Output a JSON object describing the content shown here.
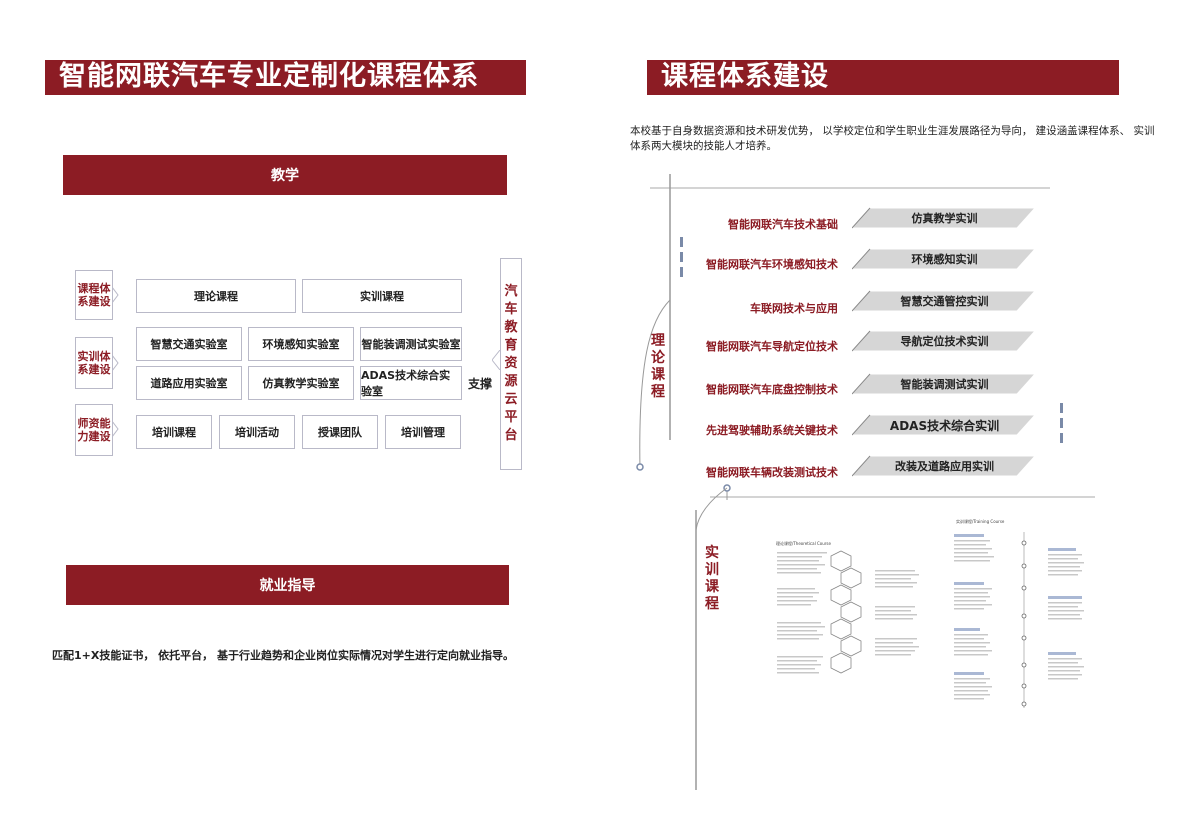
{
  "left": {
    "title": "智能网联汽车专业定制化课程体系",
    "teaching_bar": "教学",
    "categories": [
      {
        "label": "课程体系建设"
      },
      {
        "label": "实训体系建设"
      },
      {
        "label": "师资能力建设"
      }
    ],
    "course_boxes": [
      "理论课程",
      "实训课程"
    ],
    "lab_boxes_row1": [
      "智慧交通实验室",
      "环境感知实验室",
      "智能装调测试实验室"
    ],
    "lab_boxes_row2": [
      "道路应用实验室",
      "仿真教学实验室",
      "ADAS技术综合实验室"
    ],
    "teacher_boxes": [
      "培训课程",
      "培训活动",
      "授课团队",
      "培训管理"
    ],
    "support_label": "支撑",
    "platform_label": [
      "汽",
      "车",
      "教",
      "育",
      "资",
      "源",
      "云",
      "平",
      "台"
    ],
    "employment_bar": "就业指导",
    "employment_text": "匹配1+X技能证书， 依托平台， 基于行业趋势和企业岗位实际情况对学生进行定向就业指导。"
  },
  "right": {
    "title": "课程体系建设",
    "intro": "本校基于自身数据资源和技术研发优势， 以学校定位和学生职业生涯发展路径为导向， 建设涵盖课程体系、 实训体系两大模块的技能人才培养。",
    "theory_label": [
      "理",
      "论",
      "课",
      "程"
    ],
    "practice_label": [
      "实",
      "训",
      "课",
      "程"
    ],
    "rows": [
      {
        "course": "智能网联汽车技术基础",
        "training": "仿真教学实训"
      },
      {
        "course": "智能网联汽车环境感知技术",
        "training": "环境感知实训"
      },
      {
        "course": "车联网技术与应用",
        "training": "智慧交通管控实训"
      },
      {
        "course": "智能网联汽车导航定位技术",
        "training": "导航定位技术实训"
      },
      {
        "course": "智能网联汽车底盘控制技术",
        "training": "智能装调测试实训"
      },
      {
        "course": "先进驾驶辅助系统关键技术",
        "training": "ADAS技术综合实训"
      },
      {
        "course": "智能网联车辆改装测试技术",
        "training": "改装及道路应用实训"
      }
    ],
    "mini_left_title": "理论课程/Theoretical Course",
    "mini_right_title": "实训课程/Training Course"
  },
  "colors": {
    "accent": "#8c1c24",
    "border": "#b9b9c8",
    "banner": "#d6d6d6"
  }
}
